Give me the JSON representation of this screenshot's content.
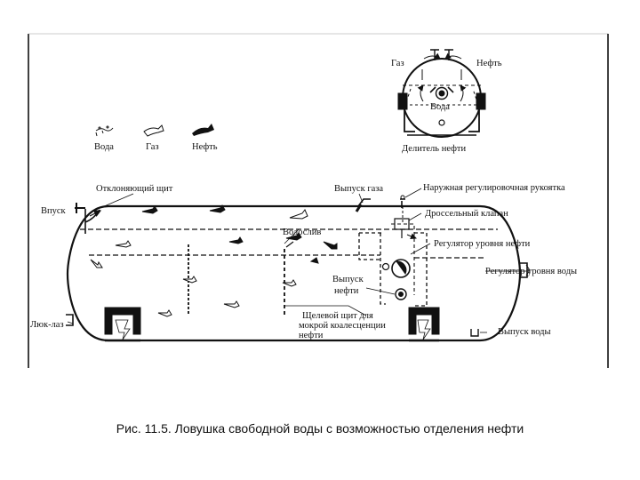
{
  "legend": {
    "water": "Вода",
    "gas": "Газ",
    "oil": "Нефть"
  },
  "inset": {
    "gas": "Газ",
    "oil": "Нефть",
    "water": "Вода",
    "title": "Делитель нефти"
  },
  "labels": {
    "deflector": "Отклоняющий щит",
    "inlet": "Впуск",
    "manhole": "Люк-лаз",
    "gas_outlet": "Выпуск газа",
    "external_handle": "Наружная регулировочная рукоятка",
    "throttle_valve": "Дроссельный клапан",
    "oil_level_regulator": "Регулятор уровня нефти",
    "water_level_regulator": "Регулятор уровня воды",
    "water_spillway": "Водослив",
    "oil_outlet": [
      "Выпуск",
      "нефти"
    ],
    "slotted_shield": [
      "Щелевой щит для",
      "мокрой коалесценции",
      "нефти"
    ],
    "water_outlet": "Выпуск воды"
  },
  "caption": "Рис. 11.5. Ловушка свободной воды с возможностью отделения нефти",
  "colors": {
    "ink": "#111111",
    "background": "#ffffff"
  }
}
